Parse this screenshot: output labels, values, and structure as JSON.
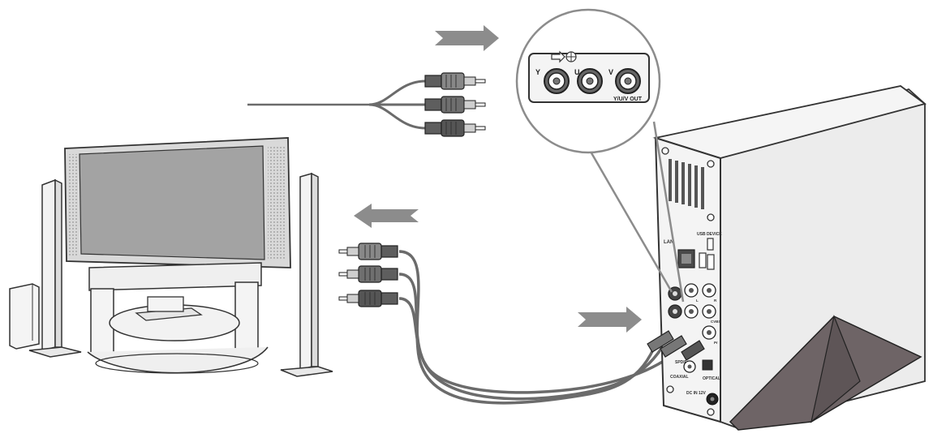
{
  "zoom_panel": {
    "jack_labels": [
      "Y",
      "U",
      "V"
    ],
    "output_label": "Y/U/V OUT"
  },
  "device_panel": {
    "usb_label": "USB DEVICE",
    "lan_label": "LAN",
    "spdif_label": "SPDIF",
    "coaxial_label": "COAXIAL",
    "optical_label": "OPTICAL",
    "power_label": "DC IN 12V",
    "pr_label": "Pr",
    "cvbs_label": "CVBS",
    "aud_r_label": "R",
    "aud_l_label": "L"
  },
  "colors": {
    "arrow": "#8c8c8c",
    "cable": "#6b6b6b",
    "stand": "#6e6466",
    "device_body": "#ededed",
    "tv_frame": "#d9d9d9",
    "tv_screen": "#a3a3a3"
  }
}
